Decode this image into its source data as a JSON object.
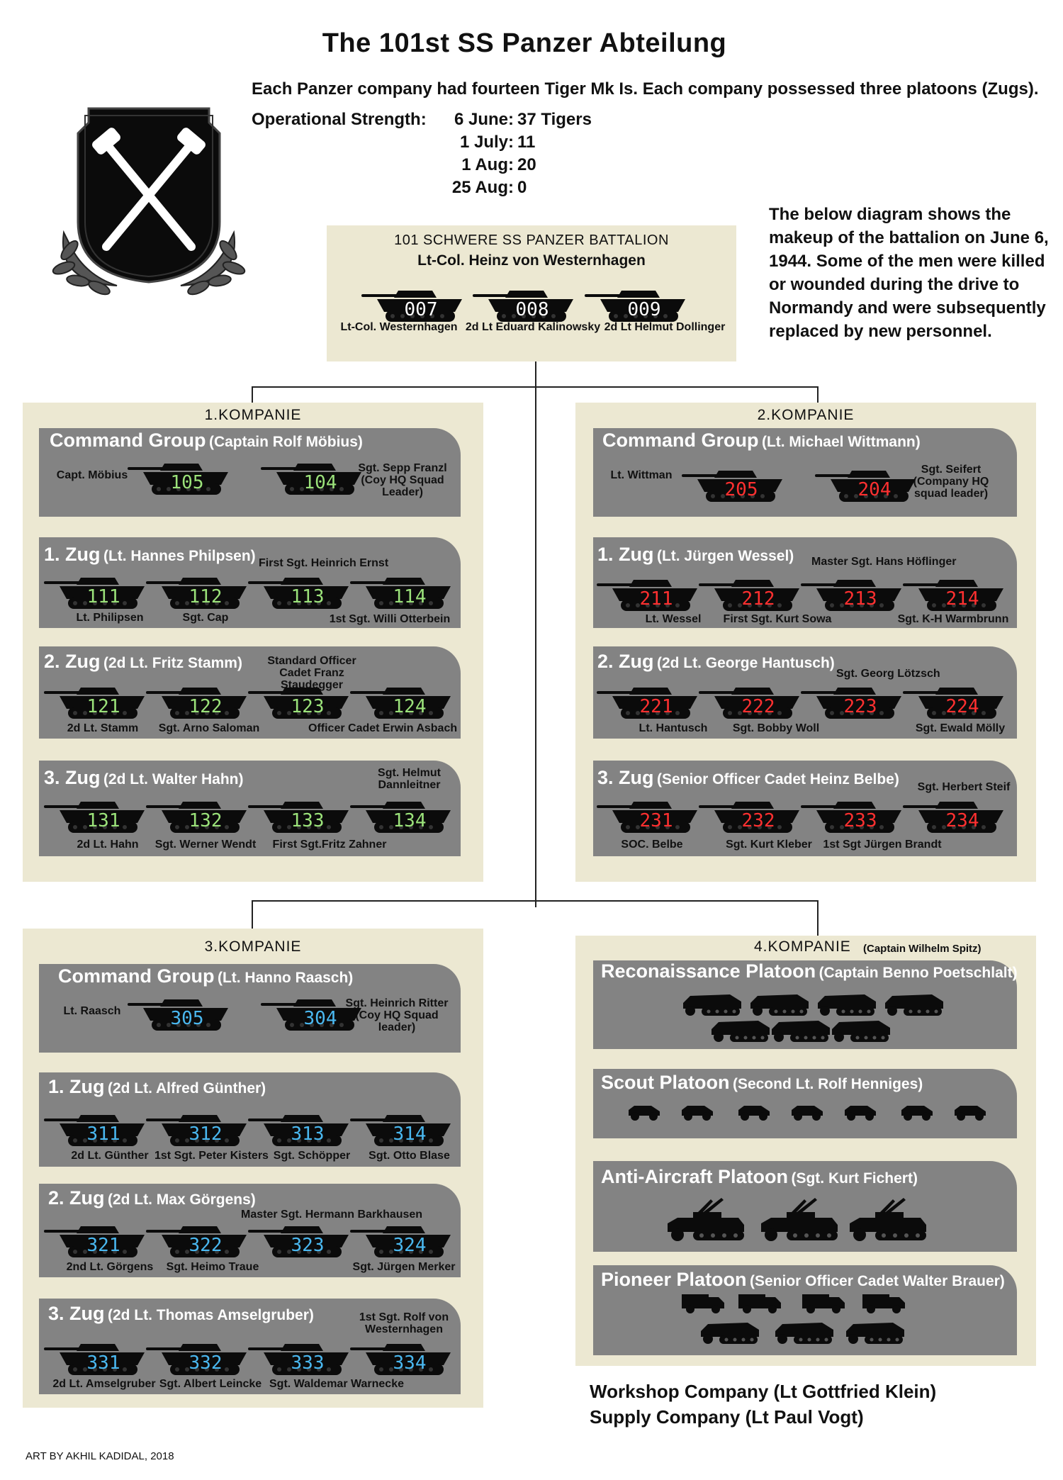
{
  "title": "The 101st SS Panzer Abteilung",
  "intro": "Each Panzer company had fourteen Tiger Mk Is. Each company possessed three platoons (Zugs).",
  "strength": {
    "label": "Operational Strength:",
    "rows": [
      {
        "date": "6 June:",
        "value": "37 Tigers"
      },
      {
        "date": "1 July:",
        "value": "11"
      },
      {
        "date": "1 Aug:",
        "value": "20"
      },
      {
        "date": "25 Aug:",
        "value": "0"
      }
    ]
  },
  "side_note": "The below diagram shows the makeup of the battalion on June 6, 1944. Some of the men were killed or wounded during the drive to Normandy and were subsequently replaced by new personnel.",
  "colors": {
    "komp1": "#9be27a",
    "komp2": "#ff3030",
    "komp3": "#4ab8f0",
    "hq": "#ffffff",
    "beige": "#ece8d2",
    "grey": "#838383"
  },
  "hq": {
    "title": "101 SCHWERE SS PANZER BATTALION",
    "commander": "Lt-Col. Heinz von Westernhagen",
    "tanks": [
      "007",
      "008",
      "009"
    ],
    "names": [
      "Lt-Col. Westernhagen",
      "2d Lt Eduard Kalinowsky",
      "2d Lt Helmut Dollinger"
    ]
  },
  "k1": {
    "title": "1.KOMPANIE",
    "cmd": {
      "title": "Command Group",
      "sub": "(Captain Rolf Möbius)",
      "left": "Capt. Möbius",
      "right": "Sgt. Sepp Franzl (Coy HQ Squad Leader)",
      "tanks": [
        "105",
        "104"
      ]
    },
    "z1": {
      "title": "1. Zug",
      "sub": "(Lt. Hannes Philpsen)",
      "extra": "First Sgt. Heinrich Ernst",
      "tanks": [
        "111",
        "112",
        "113",
        "114"
      ],
      "names": [
        "Lt. Philipsen",
        "Sgt. Cap",
        "1st Sgt. Willi Otterbein"
      ]
    },
    "z2": {
      "title": "2. Zug",
      "sub": "(2d Lt. Fritz Stamm)",
      "extra": "Standard Officer Cadet Franz Staudegger",
      "tanks": [
        "121",
        "122",
        "123",
        "124"
      ],
      "names": [
        "2d Lt. Stamm",
        "Sgt. Arno Saloman",
        "Officer Cadet Erwin Asbach"
      ]
    },
    "z3": {
      "title": "3. Zug",
      "sub": "(2d Lt. Walter Hahn)",
      "extra": "Sgt. Helmut Dannleitner",
      "tanks": [
        "131",
        "132",
        "133",
        "134"
      ],
      "names": [
        "2d Lt. Hahn",
        "Sgt. Werner Wendt",
        "First Sgt.Fritz Zahner"
      ]
    }
  },
  "k2": {
    "title": "2.KOMPANIE",
    "cmd": {
      "title": "Command Group",
      "sub": "(Lt. Michael Wittmann)",
      "left": "Lt. Wittman",
      "right": "Sgt. Seifert (Company HQ squad leader)",
      "tanks": [
        "205",
        "204"
      ]
    },
    "z1": {
      "title": "1. Zug",
      "sub": "(Lt. Jürgen Wessel)",
      "extra": "Master Sgt. Hans Höflinger",
      "tanks": [
        "211",
        "212",
        "213",
        "214"
      ],
      "names": [
        "Lt. Wessel",
        "First Sgt. Kurt Sowa",
        "Sgt. K-H Warmbrunn"
      ]
    },
    "z2": {
      "title": "2. Zug",
      "sub": "(2d Lt. George Hantusch)",
      "extra": "Sgt. Georg Lötzsch",
      "tanks": [
        "221",
        "222",
        "223",
        "224"
      ],
      "names": [
        "Lt. Hantusch",
        "Sgt. Bobby Woll",
        "Sgt. Ewald Mölly"
      ]
    },
    "z3": {
      "title": "3. Zug",
      "sub": "(Senior Officer Cadet Heinz Belbe)",
      "extra": "Sgt. Herbert Steif",
      "tanks": [
        "231",
        "232",
        "233",
        "234"
      ],
      "names": [
        "SOC. Belbe",
        "Sgt. Kurt Kleber",
        "1st Sgt Jürgen Brandt"
      ]
    }
  },
  "k3": {
    "title": "3.KOMPANIE",
    "cmd": {
      "title": "Command Group",
      "sub": "(Lt. Hanno Raasch)",
      "left": "Lt. Raasch",
      "right": "Sgt. Heinrich Ritter (Coy HQ Squad leader)",
      "tanks": [
        "305",
        "304"
      ]
    },
    "z1": {
      "title": "1. Zug",
      "sub": "(2d Lt. Alfred Günther)",
      "tanks": [
        "311",
        "312",
        "313",
        "314"
      ],
      "names": [
        "2d Lt. Günther",
        "1st Sgt. Peter Kisters",
        "Sgt. Schöpper",
        "Sgt. Otto Blase"
      ]
    },
    "z2": {
      "title": "2. Zug",
      "sub": "(2d Lt. Max Görgens)",
      "extra": "Master Sgt. Hermann Barkhausen",
      "tanks": [
        "321",
        "322",
        "323",
        "324"
      ],
      "names": [
        "2nd Lt. Görgens",
        "Sgt. Heimo Traue",
        "Sgt. Jürgen Merker"
      ]
    },
    "z3": {
      "title": "3. Zug",
      "sub": "(2d Lt. Thomas Amselgruber)",
      "extra": "1st Sgt. Rolf von Westernhagen",
      "tanks": [
        "331",
        "332",
        "333",
        "334"
      ],
      "names": [
        "2d Lt. Amselgruber",
        "Sgt. Albert Leincke",
        "Sgt. Waldemar Warnecke"
      ]
    }
  },
  "k4": {
    "title": "4.KOMPANIE",
    "cmdr": "(Captain Wilhelm Spitz)",
    "recon": {
      "title": "Reconaissance Platoon",
      "sub": "(Captain Benno Poetschlalt)"
    },
    "scout": {
      "title": "Scout Platoon",
      "sub": "(Second Lt. Rolf Henniges)"
    },
    "aa": {
      "title": "Anti-Aircraft Platoon",
      "sub": "(Sgt. Kurt Fichert)"
    },
    "pioneer": {
      "title": "Pioneer Platoon",
      "sub": "(Senior Officer Cadet Walter Brauer)"
    }
  },
  "workshop": "Workshop Company (Lt Gottfried Klein)",
  "supply": "Supply Company (Lt Paul Vogt)",
  "credit": "ART BY AKHIL KADIDAL, 2018",
  "icons": {
    "badge": "crossed-hammers-wreath-emblem",
    "tank": "tiger-tank-icon",
    "halftrack": "halftrack-icon",
    "jeep": "kubelwagen-icon",
    "flak": "flak-halftrack-icon",
    "truck": "truck-icon"
  }
}
